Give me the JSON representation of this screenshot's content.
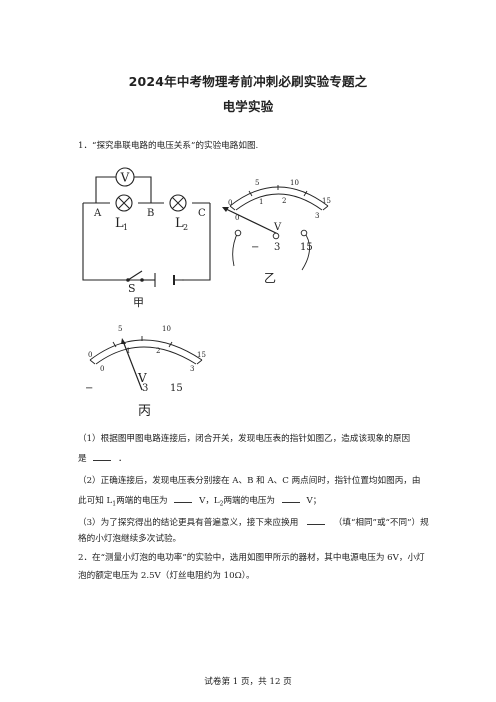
{
  "title": {
    "line1": "2024年中考物理考前冲刺必刷实验专题之",
    "line2": "电学实验"
  },
  "q1": {
    "stem": "1．“探究串联电路的电压关系”的实验电路如图.",
    "p1_a": "（1）根据图甲图电路连接后，闭合开关，发现电压表的指针如图乙，造成该现象的原因",
    "p1_b": "是",
    "p1_c": "．",
    "p2_a": "（2）正确连接后，发现电压表分别接在 A、B 和 A、C 两点间时，指针位置均如图丙，由",
    "p2_b": "此可知 L",
    "p2_c": "1",
    "p2_d": "两端的电压为",
    "p2_e": "V，L",
    "p2_f": "2",
    "p2_g": "两端的电压为",
    "p2_h": "V；",
    "p3_a": "（3）为了探究得出的结论更具有普遍意义，接下来应换用",
    "p3_b": "（填“相同”或“不同”）规",
    "p3_c": "格的小灯泡继续多次试验。"
  },
  "q2": {
    "line1": "2．在“测量小灯泡的电功率”的实验中，选用如图甲所示的器材，其中电源电压为 6V，小灯",
    "line2": "泡的额定电压为 2.5V（灯丝电阻约为 10Ω）。"
  },
  "figures": {
    "jia": {
      "caption": "甲",
      "meter": "V",
      "label_a": "A",
      "label_b": "B",
      "label_c": "C",
      "label_l": "L",
      "sub_1": "1",
      "sub_2": "2",
      "switch": "S"
    },
    "yi": {
      "caption": "乙",
      "meter": "V",
      "upper_scale": [
        "0",
        "5",
        "10",
        "15"
      ],
      "lower_scale": [
        "0",
        "1",
        "2",
        "3"
      ],
      "terminal_minus": "−",
      "terminal_3": "3",
      "terminal_15": "15"
    },
    "bing": {
      "caption": "丙",
      "meter": "V",
      "upper_scale": [
        "0",
        "5",
        "10",
        "15"
      ],
      "lower_scale": [
        "0",
        "1",
        "2",
        "3"
      ],
      "terminal_minus": "−",
      "terminal_3": "3",
      "terminal_15": "15"
    }
  },
  "footer": "试卷第 1 页，共 12 页"
}
